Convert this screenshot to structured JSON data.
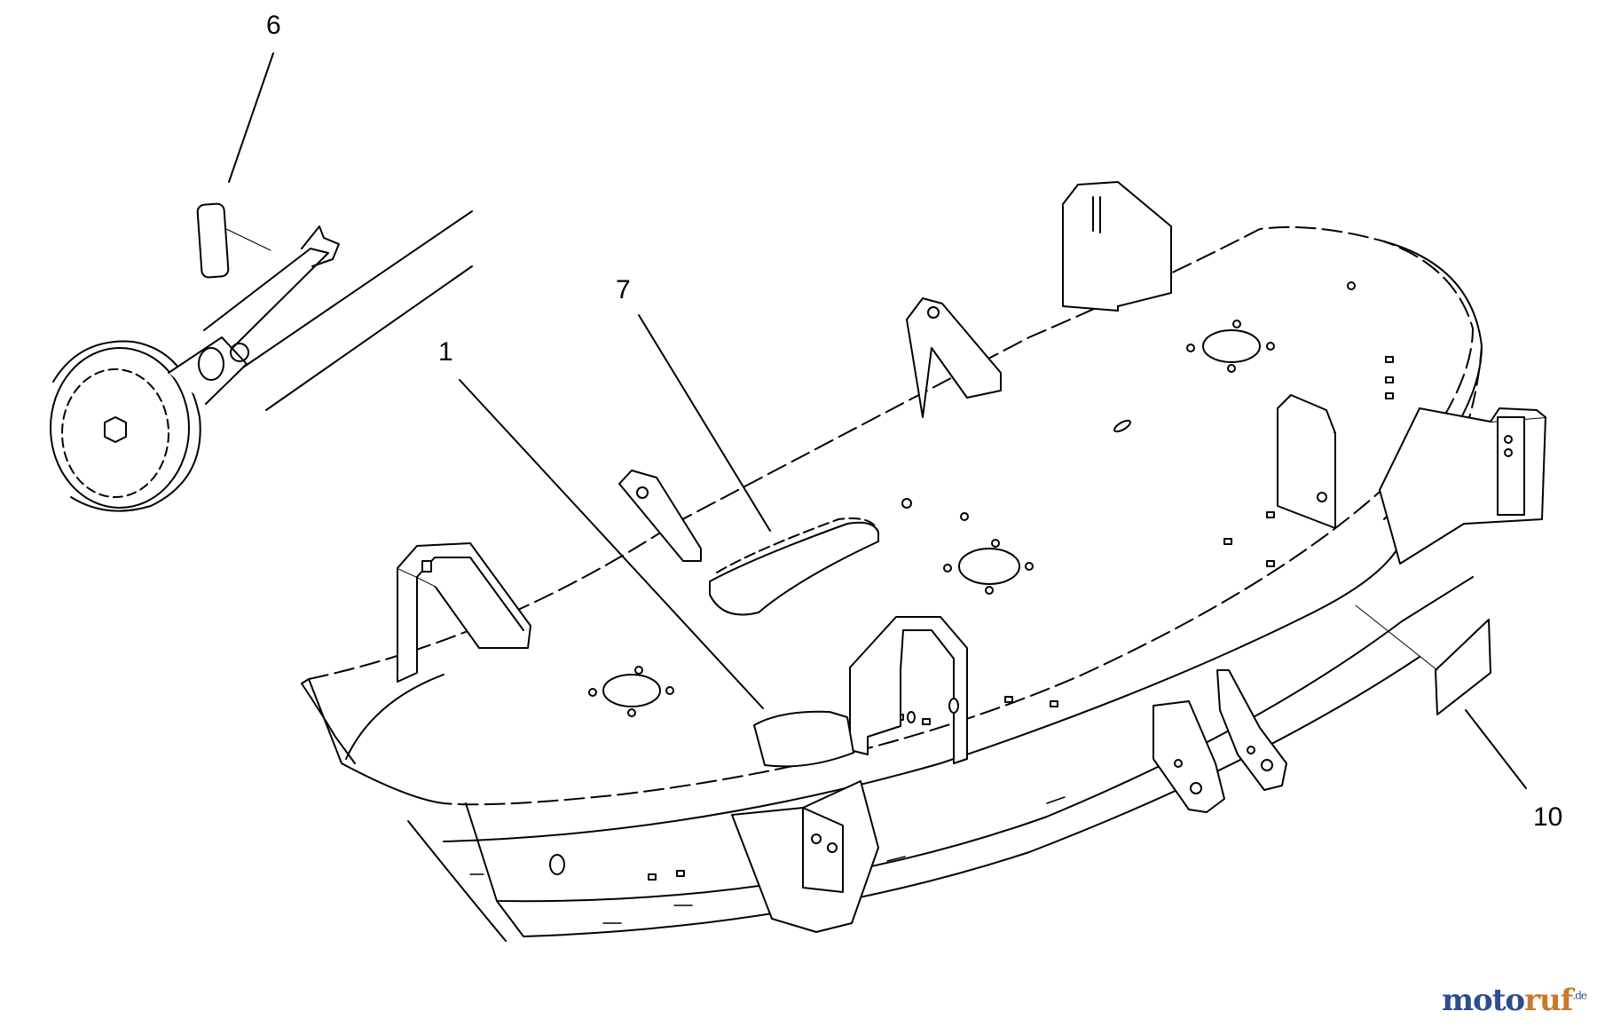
{
  "diagram": {
    "callouts": [
      {
        "id": "c6",
        "label": "6"
      },
      {
        "id": "c7",
        "label": "7"
      },
      {
        "id": "c1",
        "label": "1"
      },
      {
        "id": "c10",
        "label": "10"
      }
    ]
  },
  "watermark": {
    "text_a": "moto",
    "text_b": "ruf",
    "suffix": ".de"
  },
  "colors": {
    "line": "#000000",
    "watermark_blue": "#2d4d8c",
    "watermark_orange": "#c9792b"
  }
}
